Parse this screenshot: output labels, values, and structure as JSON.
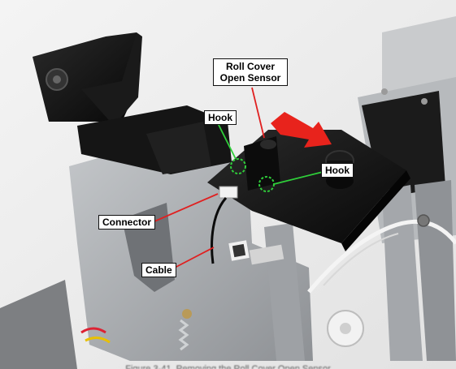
{
  "labels": {
    "roll_cover_line1": "Roll Cover",
    "roll_cover_line2": "Open Sensor",
    "hook_left": "Hook",
    "hook_right": "Hook",
    "connector": "Connector",
    "cable": "Cable"
  },
  "caption": "Figure 3-41. Removing the Roll Cover Open Sensor",
  "colors": {
    "arrow_red": "#e8231c",
    "callout_line_red": "#e02020",
    "hook_green": "#2fcf3a",
    "wall": "#eeeeee",
    "black_part": "#141414",
    "metal": "#a8abae"
  }
}
